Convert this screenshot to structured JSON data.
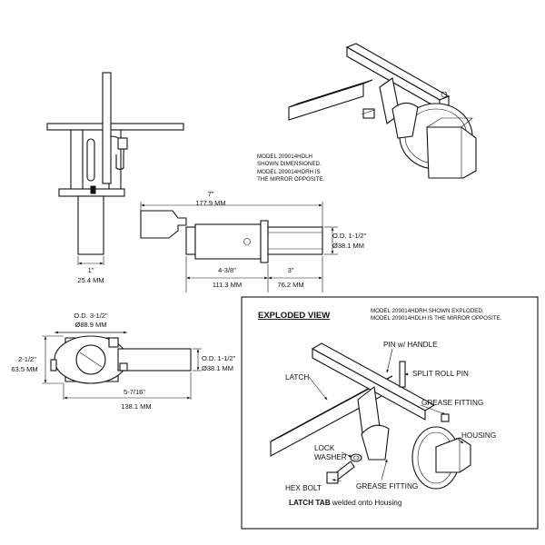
{
  "side_view": {
    "width_dim_imperial": "1\"",
    "width_dim_metric": "25.4 MM"
  },
  "top_view": {
    "overall_imperial": "7\"",
    "overall_metric": "177.9 MM",
    "body_imperial": "4-3/8\"",
    "body_metric": "111.3 MM",
    "bolt_imperial": "3\"",
    "bolt_metric": "76.2 MM",
    "od_imperial": "O.D. 1-1/2\"",
    "od_metric": "Ø38.1 MM"
  },
  "front_view": {
    "plate_od_imperial": "O.D. 3-1/2\"",
    "plate_od_metric": "Ø88.9 MM",
    "height_imperial": "2-1/2\"",
    "height_metric": "63.5 MM",
    "od_imperial": "O.D. 1-1/2\"",
    "od_metric": "Ø38.1 MM",
    "length_imperial": "5-7/16\"",
    "length_metric": "138.1 MM"
  },
  "model_note": {
    "line1": "MODEL 209014HDLH",
    "line2": "SHOWN DIMENSIONED.",
    "line3": "MODEL 209014HDRH IS",
    "line4": "THE MIRROR OPPOSITE."
  },
  "exploded": {
    "title": "EXPLODED VIEW",
    "note_line1": "MODEL 209014HDRH SHOWN EXPLODED.",
    "note_line2": "MODEL 209014HDLH IS THE MIRROR OPPOSITE.",
    "labels": {
      "pin": "PIN w/ HANDLE",
      "latch": "LATCH",
      "split_pin": "SPLIT ROLL PIN",
      "grease_fitting_top": "GREASE FITTING",
      "housing": "HOUSING",
      "lock": "LOCK",
      "washer": "WASHER",
      "hex_bolt": "HEX BOLT",
      "grease_fitting_bottom": "GREASE FITTING"
    },
    "caption_bold": "LATCH TAB",
    "caption_rest": " welded onto Housing"
  }
}
